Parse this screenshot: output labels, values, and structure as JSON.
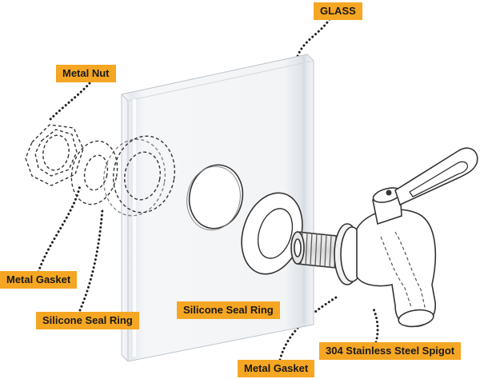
{
  "colors": {
    "label_background": "#f5a623",
    "label_text": "#1a1a1a",
    "line_art": "#222222",
    "glass_tint": "#eef1f4",
    "leader_line": "#222222"
  },
  "labels": {
    "glass": "GLASS",
    "metal_nut": "Metal Nut",
    "metal_gasket_left": "Metal Gasket",
    "silicone_seal_ring_left": "Silicone Seal Ring",
    "silicone_seal_ring_center": "Silicone Seal Ring",
    "metal_gasket_bottom": "Metal Gasket",
    "spigot": "304 Stainless Steel Spigot"
  },
  "parts": {
    "hex_nut": "hex-nut-icon",
    "washer_gasket": "washer-icon",
    "seal_ring_left": "ring-icon",
    "glass_pane": "glass-pane-icon",
    "glass_hole": "hole-icon",
    "seal_ring_right": "ring-icon",
    "spigot": "spigot-icon"
  }
}
